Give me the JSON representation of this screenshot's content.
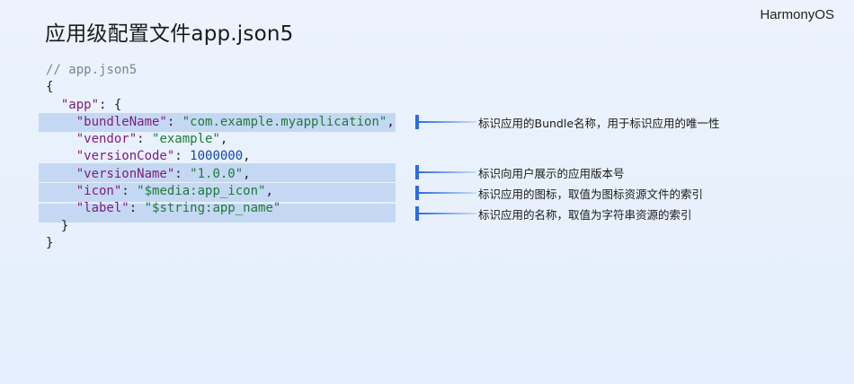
{
  "title": "应用级配置文件app.json5",
  "brand": "HarmonyOS",
  "code": {
    "comment": "// app.json5",
    "open_brace": "{",
    "app_key": "\"app\"",
    "app_open": ": {",
    "bundle_key": "\"bundleName\"",
    "bundle_value": "\"com.example.myapplication\"",
    "vendor_key": "\"vendor\"",
    "vendor_value": "\"example\"",
    "version_code_key": "\"versionCode\"",
    "version_code_value": "1000000",
    "version_name_key": "\"versionName\"",
    "version_name_value": "\"1.0.0\"",
    "icon_key": "\"icon\"",
    "icon_value": "\"$media:app_icon\"",
    "label_key": "\"label\"",
    "label_value": "\"$string:app_name\"",
    "inner_close": "}",
    "outer_close": "}",
    "colon": ": ",
    "comma": ","
  },
  "annotations": {
    "bundle": "标识应用的Bundle名称，用于标识应用的唯一性",
    "version": "标识向用户展示的应用版本号",
    "icon": "标识应用的图标，取值为图标资源文件的索引",
    "label": "标识应用的名称，取值为字符串资源的索引"
  },
  "colors": {
    "highlight": "#c5d8f3",
    "marker": "#2f6be0",
    "key": "#7d1b7e",
    "string": "#1f7a3a",
    "number": "#1747a6"
  }
}
